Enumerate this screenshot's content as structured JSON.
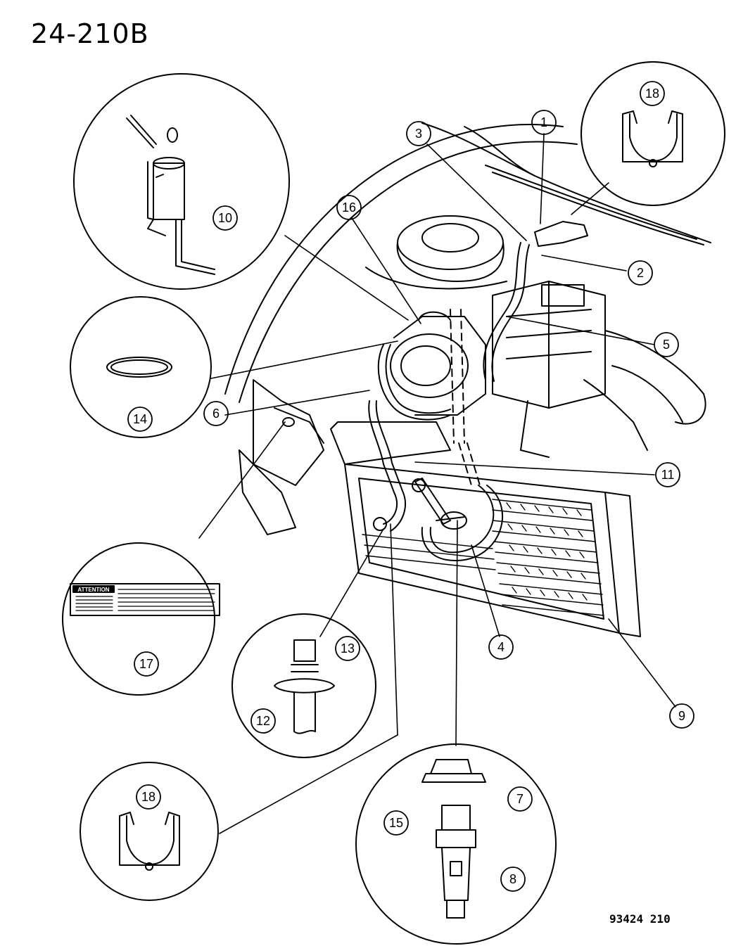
{
  "page": {
    "title": "24-210B",
    "figure_number": "93424 210"
  },
  "callouts": {
    "c1": "1",
    "c2": "2",
    "c3": "3",
    "c4": "4",
    "c5": "5",
    "c6": "6",
    "c7": "7",
    "c8": "8",
    "c9": "9",
    "c10": "10",
    "c11": "11",
    "c12": "12",
    "c13": "13",
    "c14": "14",
    "c15": "15",
    "c16": "16",
    "c17": "17",
    "c18a": "18",
    "c18b": "18"
  },
  "label": {
    "heading": "ATTENTION"
  },
  "colors": {
    "ink": "#000000",
    "paper": "#ffffff"
  }
}
